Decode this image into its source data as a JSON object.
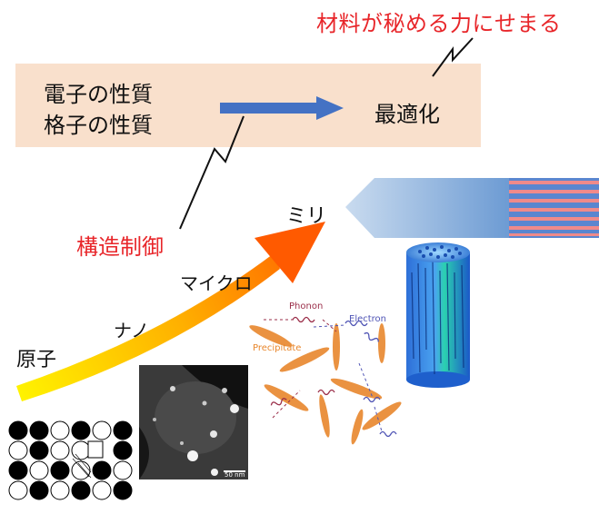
{
  "title": "材料が秘める力にせまる",
  "box": {
    "line1": "電子の性質",
    "line2": "格子の性質",
    "result": "最適化"
  },
  "control": "構造制御",
  "scales": {
    "atom": "原子",
    "nano": "ナノ",
    "micro": "マイクロ",
    "milli": "ミリ"
  },
  "schematic": {
    "phonon": "Phonon",
    "electron": "Electron",
    "precipitate": "Precipitate"
  },
  "micrograph": {
    "scale_bar": "50 nm"
  },
  "colors": {
    "title_red": "#e8262a",
    "box_fill": "#f9e0cc",
    "arrow_blue": "#4472c4",
    "phonon": "#9b2f4a",
    "electron": "#5055b5",
    "precipitate": "#e8872d"
  }
}
